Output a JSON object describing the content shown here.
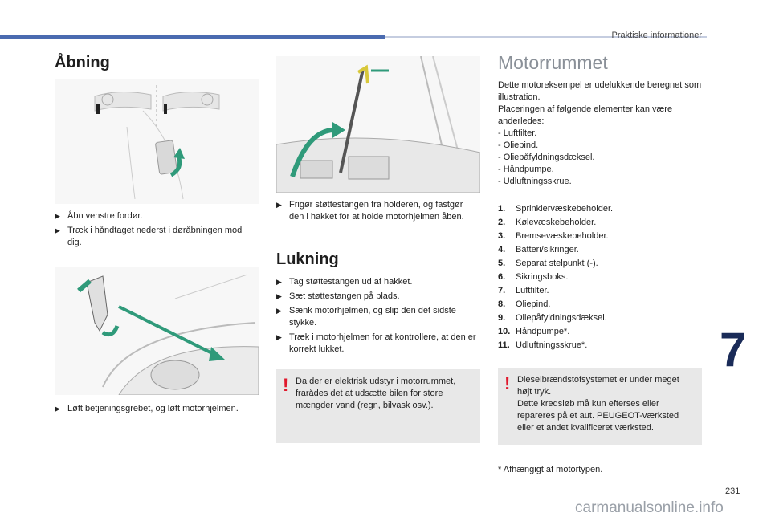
{
  "header": {
    "section": "Praktiske informationer",
    "chapter": "7",
    "page": "231"
  },
  "watermark": "carmanualsonline.info",
  "aabning": {
    "title": "Åbning",
    "steps1": [
      "Åbn venstre fordør.",
      "Træk i håndtaget nederst i døråbningen mod dig."
    ],
    "steps2": [
      "Løft betjeningsgrebet, og løft motorhjelmen."
    ],
    "steps3": [
      "Frigør støttestangen fra holderen, og fastgør den i hakket for at holde motorhjelmen åben."
    ]
  },
  "lukning": {
    "title": "Lukning",
    "steps": [
      "Tag støttestangen ud af hakket.",
      "Sæt støttestangen på plads.",
      "Sænk motorhjelmen, og slip den det sidste stykke.",
      "Træk i motorhjelmen for at kontrollere, at den er korrekt lukket."
    ],
    "warning": "Da der er elektrisk udstyr i motorrummet, frarådes det at udsætte bilen for store mængder vand (regn, bilvask osv.)."
  },
  "motor": {
    "title": "Motorrummet",
    "intro1": "Dette motoreksempel er udelukkende beregnet som illustration.",
    "intro2": "Placeringen af følgende elementer kan være anderledes:",
    "dash_items": [
      "Luftfilter.",
      "Oliepind.",
      "Oliepåfyldningsdæksel.",
      "Håndpumpe.",
      "Udluftningsskrue."
    ],
    "numbered": [
      {
        "n": "1.",
        "t": "Sprinklervæskebeholder."
      },
      {
        "n": "2.",
        "t": "Kølevæskebeholder."
      },
      {
        "n": "3.",
        "t": "Bremsevæskebeholder."
      },
      {
        "n": "4.",
        "t": "Batteri/sikringer."
      },
      {
        "n": "5.",
        "t": "Separat stelpunkt (-)."
      },
      {
        "n": "6.",
        "t": "Sikringsboks."
      },
      {
        "n": "7.",
        "t": "Luftfilter."
      },
      {
        "n": "8.",
        "t": "Oliepind."
      },
      {
        "n": "9.",
        "t": "Oliepåfyldningsdæksel."
      },
      {
        "n": "10.",
        "t": "Håndpumpe*."
      },
      {
        "n": "11.",
        "t": "Udluftningsskrue*."
      }
    ],
    "warning_line1": "Dieselbrændstofsystemet er under meget højt tryk.",
    "warning_line2": "Dette kredsløb må kun efterses eller repareres på et aut. PEUGEOT-værksted eller et andet kvalificeret værksted.",
    "footnote": "* Afhængigt af motortypen."
  },
  "colors": {
    "accent": "#4a6bb0",
    "arrow": "#2f9a7a",
    "warning_mark": "#e0182c",
    "box": "#e8e8e8"
  }
}
